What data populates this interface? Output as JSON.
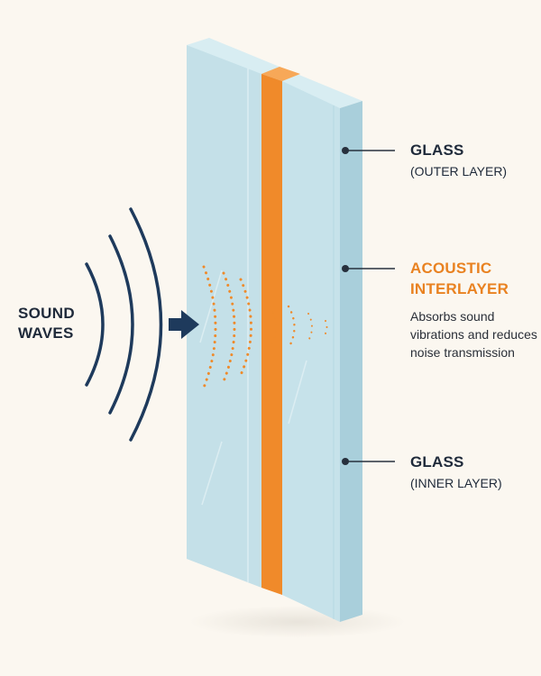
{
  "colors": {
    "background": "#fbf7f0",
    "glass_front": "#c4e0e8",
    "glass_side": "#a9cfdb",
    "glass_top": "#d8edf2",
    "interlayer": "#f08a2a",
    "wave": "#1e3a5c",
    "text_dark": "#1f2a3a",
    "text_accent": "#e98221"
  },
  "sound_waves": {
    "line1": "SOUND",
    "line2": "WAVES"
  },
  "labels": {
    "outer_glass": {
      "title": "GLASS",
      "subtitle": "(OUTER LAYER)"
    },
    "interlayer": {
      "title_line1": "ACOUSTIC",
      "title_line2": "INTERLAYER",
      "description": "Absorbs sound vibrations and reduces noise transmission"
    },
    "inner_glass": {
      "title": "GLASS",
      "subtitle": "(INNER LAYER)"
    }
  },
  "icons": {
    "arrow": "arrow-right-icon",
    "waves": "sound-waves-icon"
  }
}
